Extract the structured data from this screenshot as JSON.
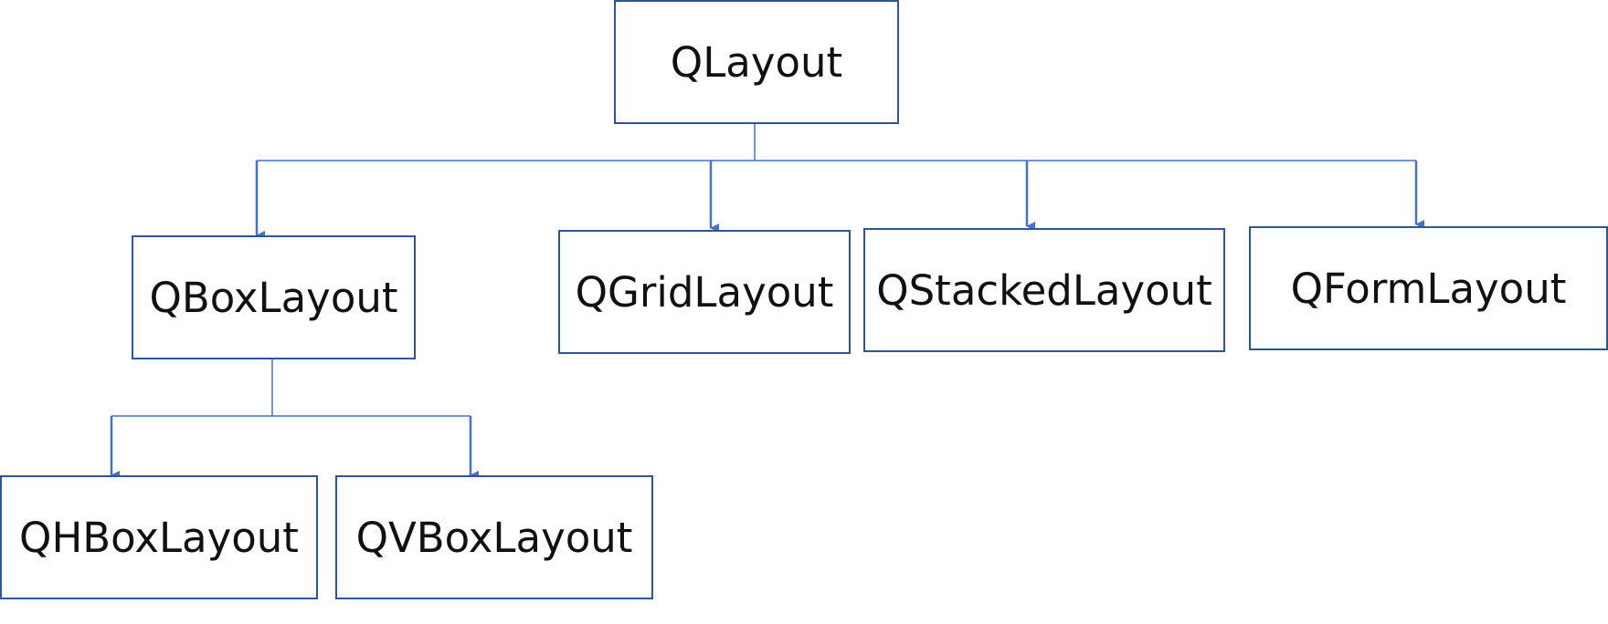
{
  "diagram": {
    "line_color": "#4472C4",
    "border_color": "#2F5597",
    "nodes": {
      "root": {
        "label": "QLayout"
      },
      "box": {
        "label": "QBoxLayout"
      },
      "grid": {
        "label": "QGridLayout"
      },
      "stacked": {
        "label": "QStackedLayout"
      },
      "form": {
        "label": "QFormLayout"
      },
      "hbox": {
        "label": "QHBoxLayout"
      },
      "vbox": {
        "label": "QVBoxLayout"
      }
    },
    "edges": [
      {
        "from": "QLayout",
        "to": "QBoxLayout"
      },
      {
        "from": "QLayout",
        "to": "QGridLayout"
      },
      {
        "from": "QLayout",
        "to": "QStackedLayout"
      },
      {
        "from": "QLayout",
        "to": "QFormLayout"
      },
      {
        "from": "QBoxLayout",
        "to": "QHBoxLayout"
      },
      {
        "from": "QBoxLayout",
        "to": "QVBoxLayout"
      }
    ]
  }
}
